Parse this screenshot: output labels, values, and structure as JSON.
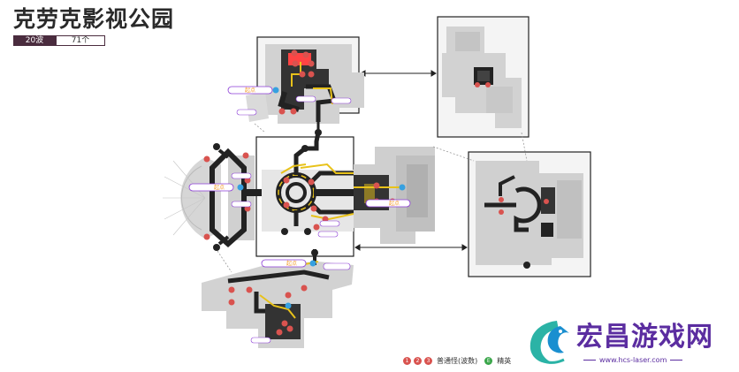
{
  "header": {
    "title": "克劳克影视公园",
    "waves": "20波",
    "count": "71个"
  },
  "legend": {
    "markers": [
      "1",
      "2",
      "3"
    ],
    "normal_label": "普通怪(波数)",
    "elite_marker": "E",
    "elite_label": "精英"
  },
  "labels": {
    "start_west": "起点",
    "start_north": "起点",
    "start_east": "起点",
    "start_south": "起点"
  },
  "brand": {
    "name": "宏昌游戏网",
    "url": "www.hcs-laser.com"
  },
  "colors": {
    "route": "#e8c21a",
    "path": "#1f1f1f",
    "enemy": "#d9534f",
    "elite": "#3aa64a",
    "start": "#f39a2a",
    "frame": "#222222",
    "tag": "#8b3bd6",
    "brand": "#5b2da0",
    "badge": "#4a2c3e"
  }
}
